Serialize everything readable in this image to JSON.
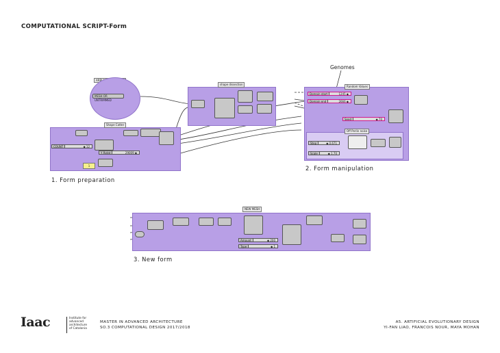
{
  "title": "COMPUTATIONAL SCRIPT-Form",
  "sections": {
    "form_preparation": {
      "caption": "1.  Form  preparation",
      "group_labels": {
        "brep_group": "ARBI MESH OR BREP",
        "shape_catter": "Shape Catter"
      },
      "brep_param": "MESH OR UNTRIMMED",
      "slider_count": {
        "name": "COUNT",
        "value": "◆ 12"
      },
      "slider_y": {
        "name": "Y Rotat",
        "value": "29009 ◆"
      },
      "panel_value": "1"
    },
    "form_manipulation": {
      "caption": "2.  Form  manipulation",
      "group_labels": {
        "shape_dissection": "shape dissection",
        "random_values": "Random Values",
        "perlin": "Off Perlin noise"
      },
      "genomes_label": "Genomes",
      "slider_domain_start": {
        "name": "Domain start",
        "value": "1245 ◆"
      },
      "slider_domain_end": {
        "name": "Domain end",
        "value": "2666 ◆"
      },
      "slider_seed": {
        "name": "Seed",
        "value": "◆ 70"
      },
      "slider_step": {
        "name": "Step",
        "value": "◆ 0.671"
      },
      "slider_scale": {
        "name": "Scale",
        "value": "◆ 1.70"
      }
    },
    "new_form": {
      "caption": "3.  New  form",
      "group_label": "NEW MESH",
      "slider_amount": {
        "name": "Amount",
        "value": "◆ 200"
      },
      "slider_type": {
        "name": "Type",
        "value": "◆ 1"
      }
    }
  },
  "footer": {
    "logo": "Iaac",
    "institute": [
      "Institute for",
      "advanced",
      "architecture",
      "of Catalonia"
    ],
    "program": "MASTER IN ADVANCED ARCHITECTURE",
    "course": "SO.3 COMPUTATIONAL DESIGN 2017/2018",
    "project": "A5. ARTIFICIAL EVOLUTIONARY DESIGN",
    "authors": "YI-FAN LIAO, FRANCOIS NOUR, MAYA MOHAN"
  },
  "colors": {
    "group_fill": "#b89fe6",
    "genome_highlight": "#d0188c",
    "component": "#c8c8c8"
  }
}
